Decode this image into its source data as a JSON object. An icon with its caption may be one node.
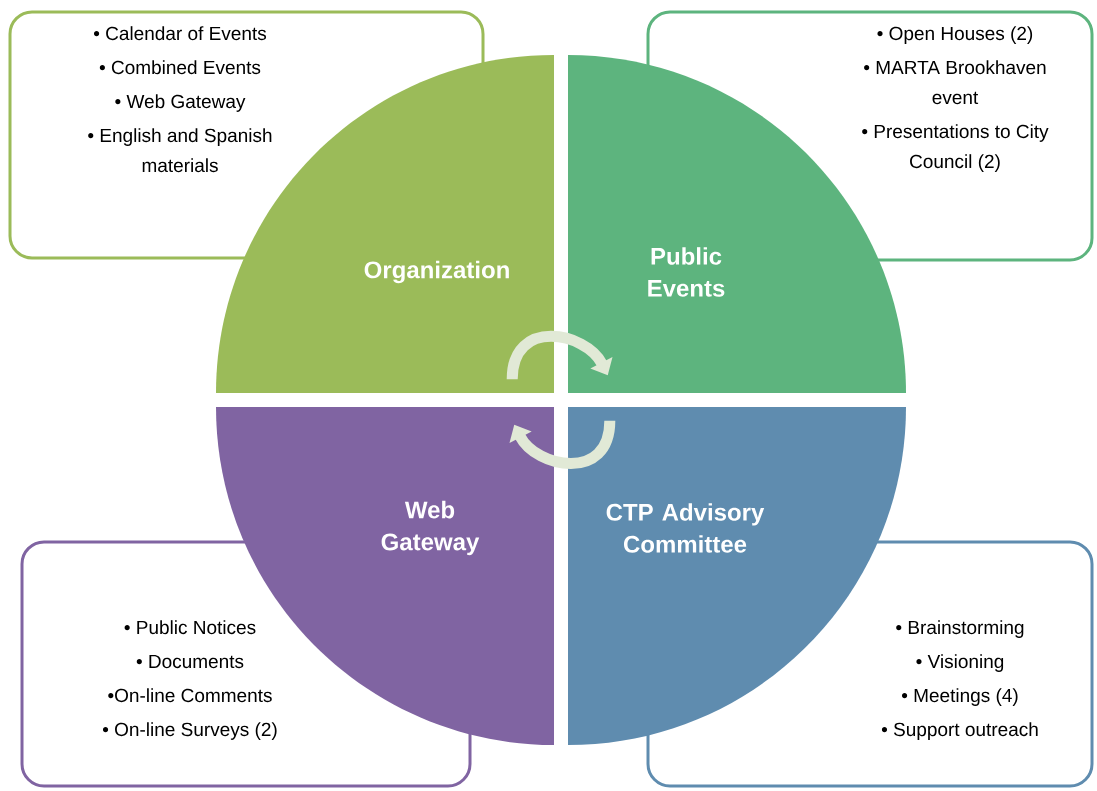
{
  "diagram": {
    "nodes": [
      {
        "text": [
          "• Calendar of Events",
          "• Combined Events",
          "• Web Gateway",
          "• English and Spanish materials"
        ]
      },
      {
        "text": [
          "• Open Houses (2)",
          "• MARTA Brookhaven event",
          "• Presentations to City Council (2)"
        ]
      },
      {
        "text": [
          "Organization"
        ]
      },
      {
        "text": [
          "Public Events"
        ]
      },
      {
        "text": [
          "Web Gateway"
        ]
      },
      {
        "text": [
          "CTP Advisory Committee"
        ]
      },
      {
        "text": [
          "• Public Notices",
          "• Documents",
          "•On-line Comments",
          "• On-line Surveys (2)"
        ]
      },
      {
        "text": [
          "• Brainstorming",
          "• Visioning",
          "• Meetings (4)",
          "• Support outreach"
        ]
      }
    ],
    "edges": [
      {
        "from": 2,
        "to": 3,
        "arrow": "to"
      },
      {
        "from": 5,
        "to": 4,
        "arrow": "to"
      }
    ]
  }
}
